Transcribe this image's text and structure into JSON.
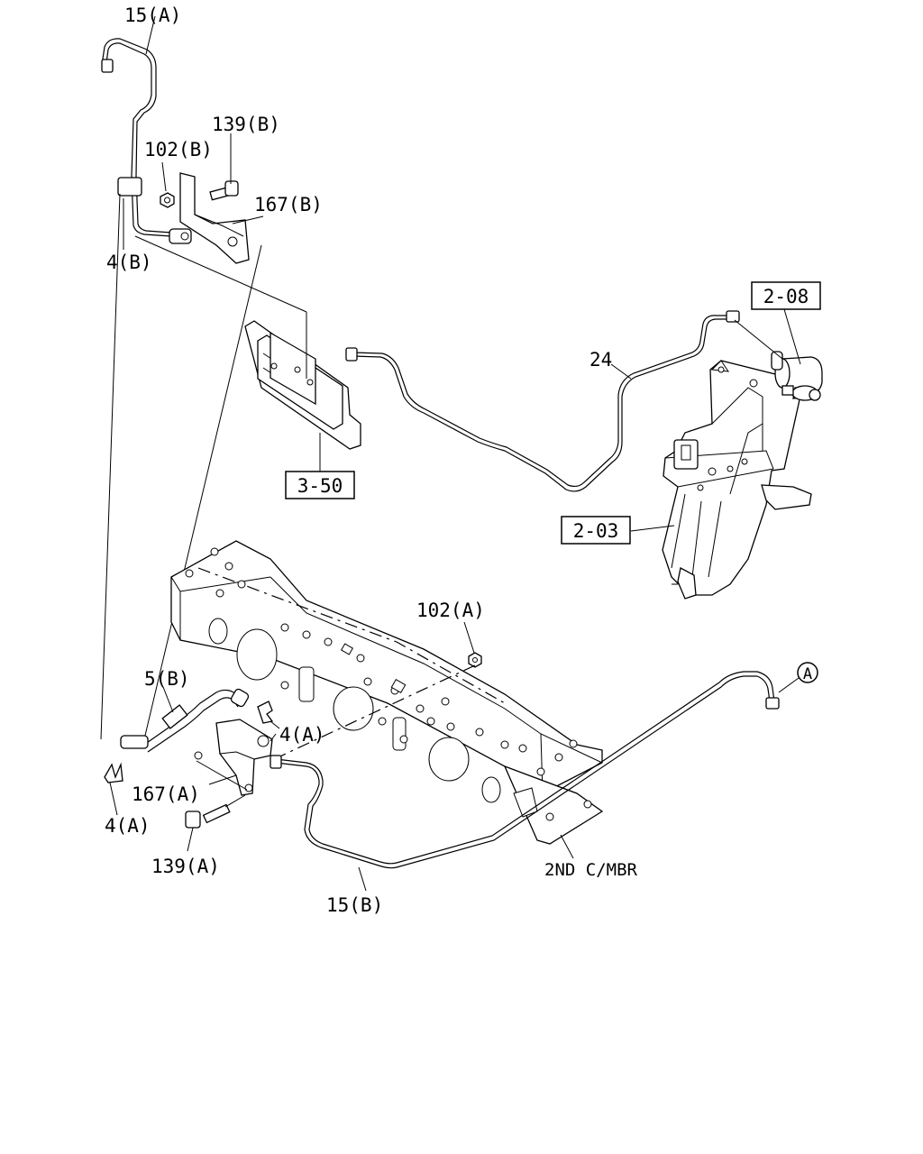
{
  "labels": {
    "p15a": "15(A)",
    "p139b": "139(B)",
    "p102b": "102(B)",
    "p167b": "167(B)",
    "p4b": "4(B)",
    "ref208": "2-08",
    "p24": "24",
    "ref350": "3-50",
    "ref203": "2-03",
    "p102a": "102(A)",
    "p5b": "5(B)",
    "p4a_upper": "4(A)",
    "p167a": "167(A)",
    "p4a_lower": "4(A)",
    "p139a": "139(A)",
    "p15b": "15(B)",
    "member": "2ND C/MBR",
    "connA": "A"
  }
}
